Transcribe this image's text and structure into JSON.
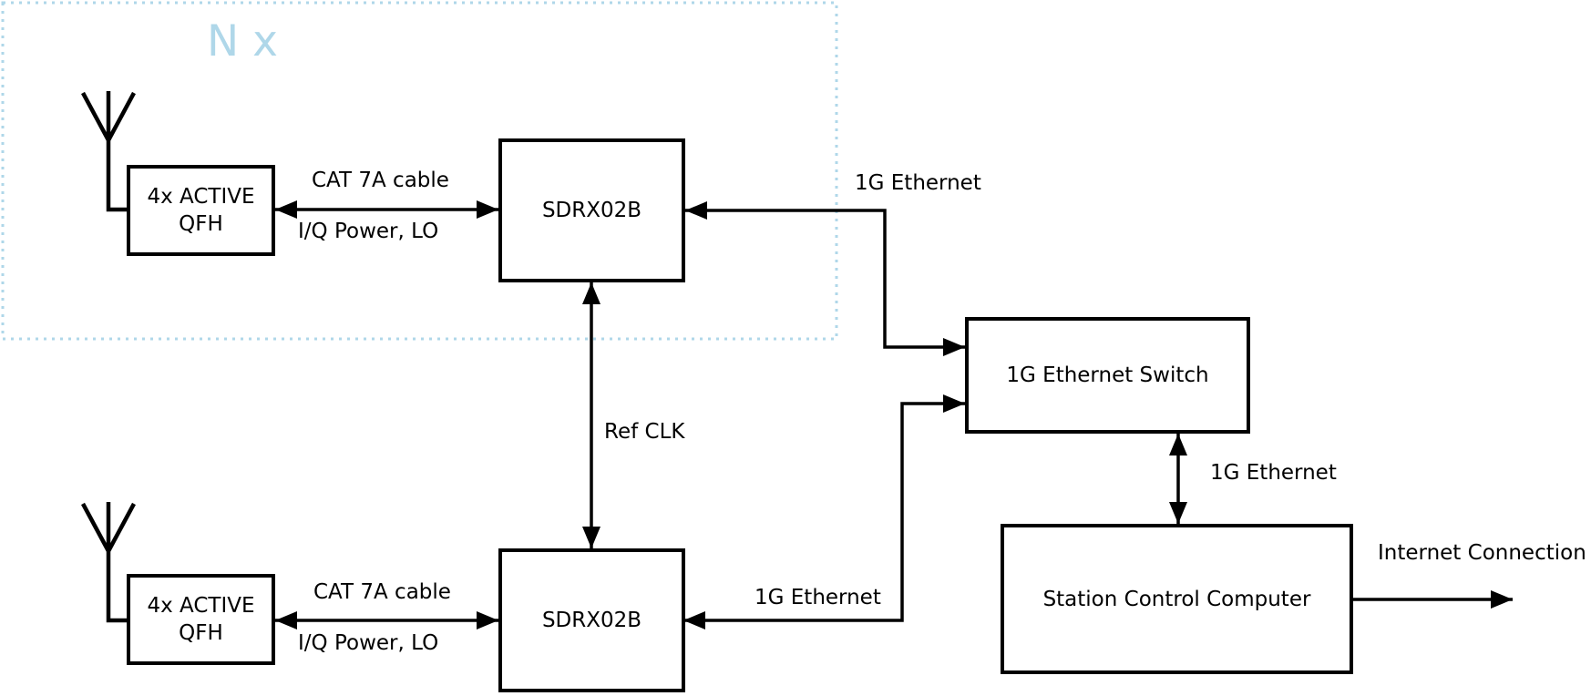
{
  "colors": {
    "accent_blue": "#afd7e9",
    "line_black": "#000000",
    "background": "#ffffff"
  },
  "group": {
    "multiplier_label": "N x"
  },
  "nodes": {
    "qfh_top": {
      "line1": "4x ACTIVE",
      "line2": "QFH"
    },
    "sdrx_top": {
      "label": "SDRX02B"
    },
    "qfh_bottom": {
      "line1": "4x ACTIVE",
      "line2": "QFH"
    },
    "sdrx_bottom": {
      "label": "SDRX02B"
    },
    "ethernet_switch": {
      "label": "1G Ethernet Switch"
    },
    "station_computer": {
      "label": "Station Control Computer"
    }
  },
  "edge_labels": {
    "cat7a_top": "CAT 7A cable",
    "iq_power_top": "I/Q Power, LO",
    "cat7a_bottom": "CAT 7A cable",
    "iq_power_bottom": "I/Q Power, LO",
    "ref_clk": "Ref CLK",
    "ethernet_top": "1G Ethernet",
    "ethernet_bottom": "1G Ethernet",
    "ethernet_switch_scc": "1G Ethernet",
    "internet": "Internet Connection"
  }
}
